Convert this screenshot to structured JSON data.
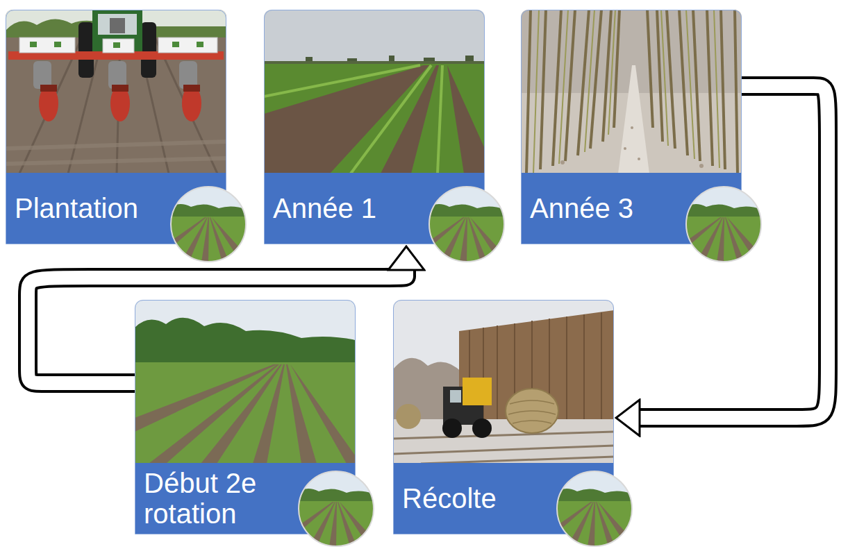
{
  "diagram": {
    "nodes": [
      {
        "text": [
          "Plantation"
        ]
      },
      {
        "text": [
          "Année 1"
        ]
      },
      {
        "text": [
          "Année 3"
        ]
      },
      {
        "text": [
          "Début 2e rotation"
        ]
      },
      {
        "text": [
          "Récolte"
        ]
      }
    ],
    "edges": [
      {
        "from": 3,
        "to": 1,
        "arrow": "to"
      },
      {
        "from": 2,
        "to": 4,
        "arrow": "to"
      }
    ]
  }
}
